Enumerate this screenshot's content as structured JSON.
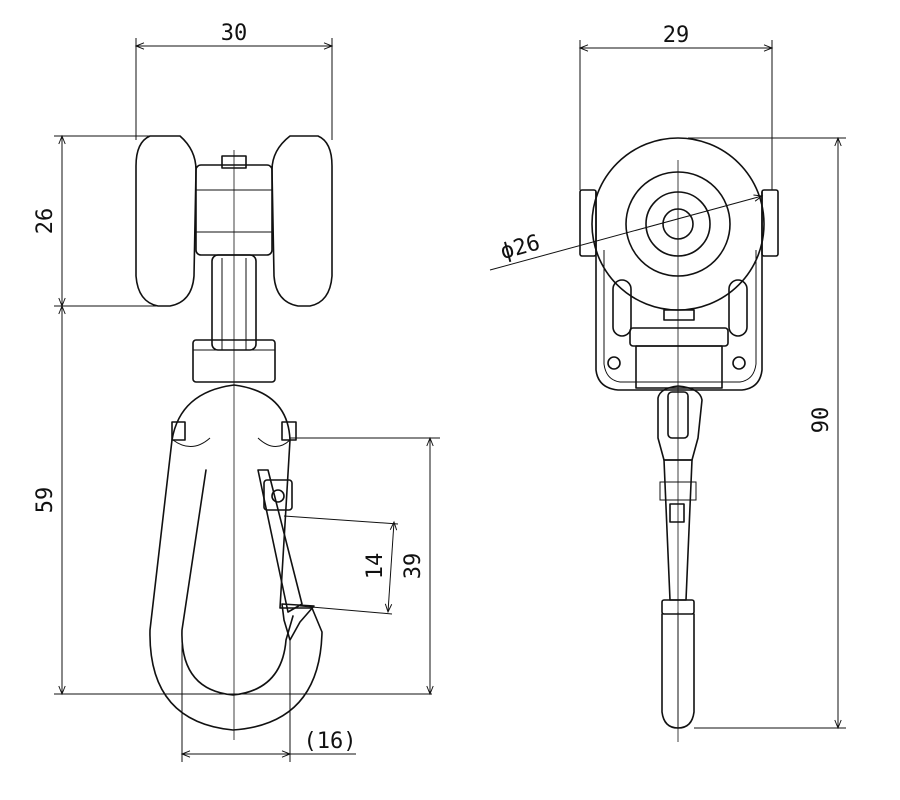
{
  "side_view": {
    "dim_width": "30",
    "dim_wheel_height": "26",
    "dim_hook_length": "59",
    "dim_gate_span": "14",
    "dim_gate_length": "39",
    "dim_hook_opening": "(16)"
  },
  "front_view": {
    "dim_width": "29",
    "dim_wheel_diameter": "ϕ26",
    "dim_total_height": "90"
  },
  "colors": {
    "line": "#111111",
    "background": "#ffffff"
  }
}
